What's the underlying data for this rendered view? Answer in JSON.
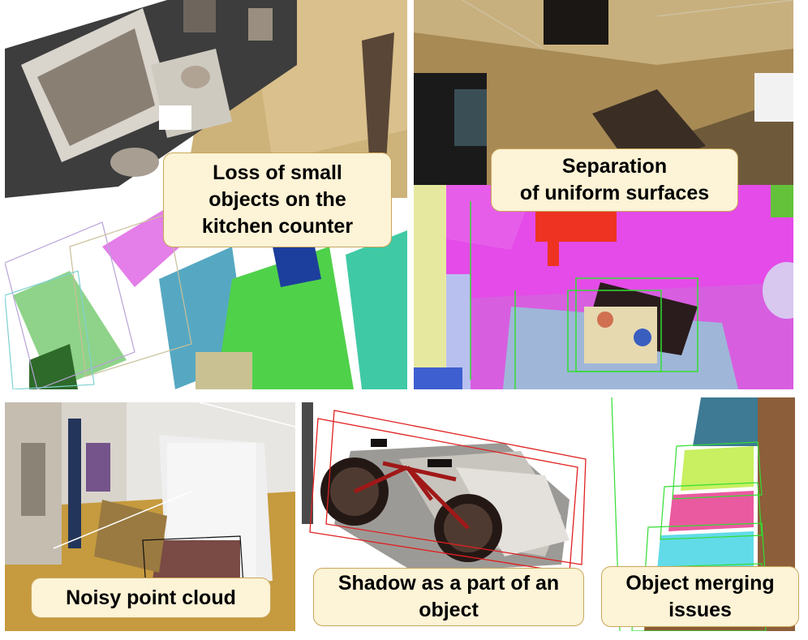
{
  "captions": {
    "small_objects": "Loss of small\nobjects on the\nkitchen counter",
    "uniform_surfaces": "Separation\nof uniform surfaces",
    "noisy_cloud": "Noisy point cloud",
    "shadow": "Shadow as a part of an\nobject",
    "merging": "Object merging\nissues"
  },
  "colors": {
    "callout_fill": "#fdf3d6",
    "callout_border": "#c9a65a",
    "box_green": "#33dd33",
    "box_red": "#e02020"
  }
}
